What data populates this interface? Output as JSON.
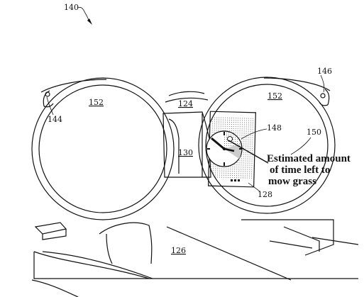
{
  "figure": {
    "ref_140": "140",
    "ref_146": "146",
    "ref_144": "144",
    "ref_152_left": "152",
    "ref_152_right": "152",
    "ref_124": "124",
    "ref_148": "148",
    "ref_150": "150",
    "ref_130": "130",
    "ref_128": "128",
    "ref_126": "126",
    "callout_lines": [
      "Estimated amount",
      "of time left to",
      "mow grass"
    ]
  }
}
